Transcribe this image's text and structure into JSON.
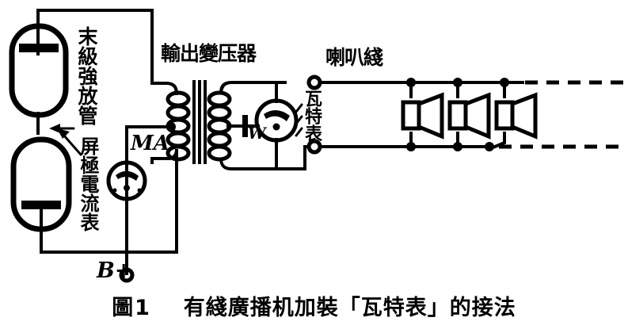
{
  "figure": {
    "caption_prefix": "圖1",
    "caption_text": "有綫廣播机加裝「瓦特表」的接法",
    "caption_full": "圖1　有綫廣播机加裝「瓦特表」的接法"
  },
  "labels": {
    "power_tube": "末級強放管",
    "plate_current_meter": "屏極電流表",
    "output_transformer": "輸出變压器",
    "speaker_line": "喇叭綫",
    "wattmeter": "瓦特表",
    "ma_meter": "MA",
    "w_meter": "W",
    "b_plus": "B+"
  },
  "colors": {
    "ink": "#000000",
    "paper": "#ffffff"
  },
  "components": {
    "tubes": [
      {
        "name": "upper-power-tube",
        "plate_position": "top"
      },
      {
        "name": "lower-power-tube",
        "plate_position": "bottom"
      }
    ],
    "transformer": {
      "primary_turns": 5,
      "secondary_turns": 5,
      "core": "laminated"
    },
    "meters": [
      {
        "name": "ma-meter",
        "symbol": "MA",
        "type": "milliammeter"
      },
      {
        "name": "wattmeter",
        "symbol": "W",
        "type": "wattmeter"
      }
    ],
    "speakers": {
      "count": 3,
      "connection": "parallel",
      "line_continues": true
    },
    "terminals": [
      {
        "name": "b-plus-terminal",
        "label": "B+"
      },
      {
        "name": "speaker-line-top-terminal",
        "label": ""
      },
      {
        "name": "speaker-line-bottom-terminal",
        "label": ""
      }
    ]
  }
}
